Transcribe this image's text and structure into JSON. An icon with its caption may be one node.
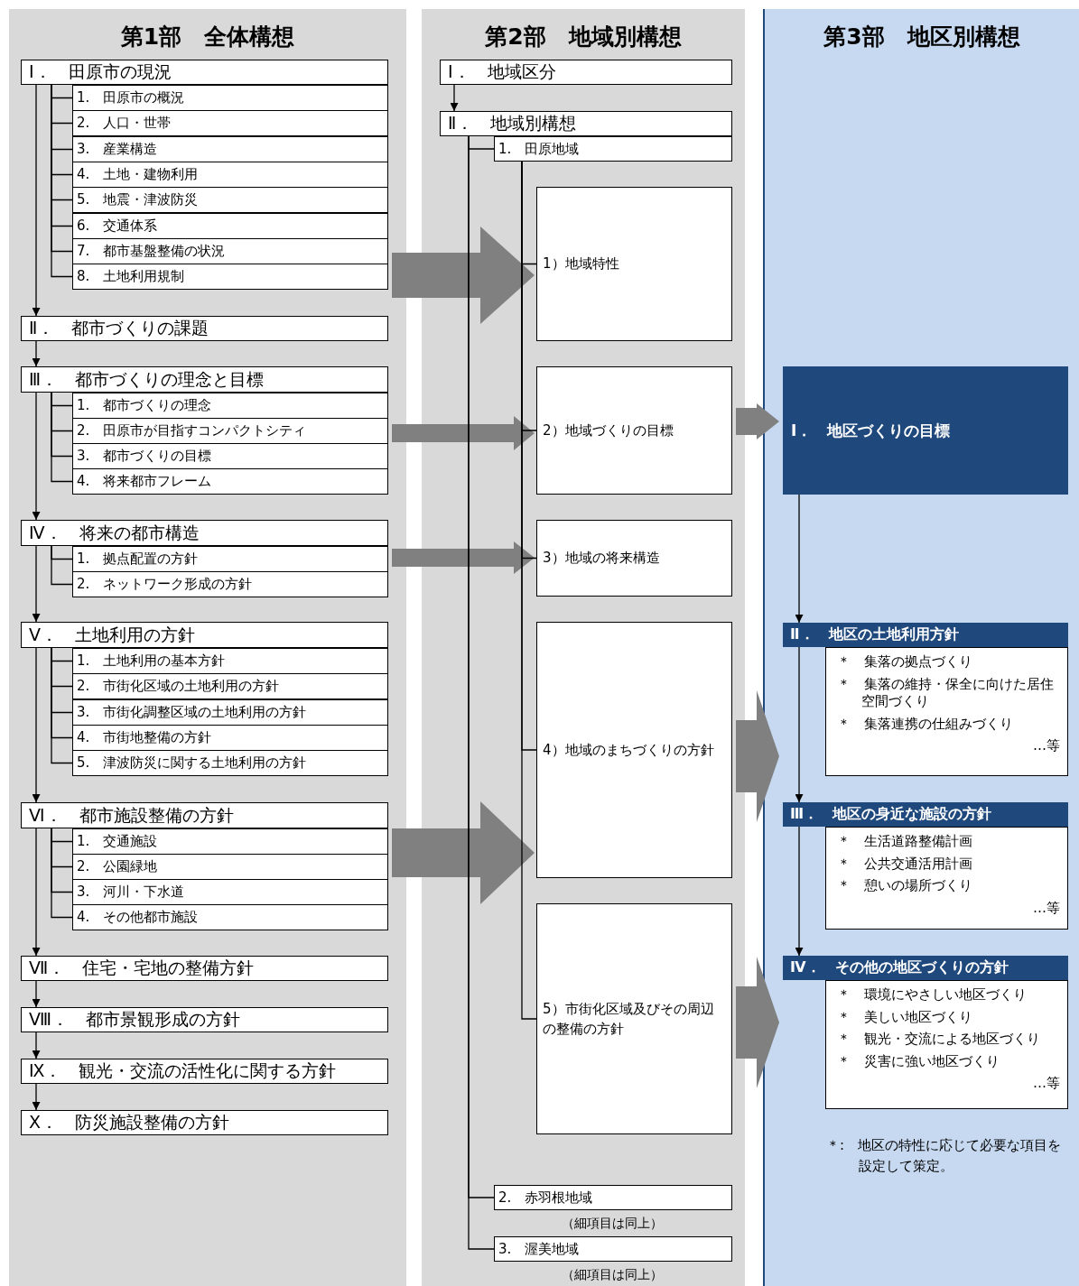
{
  "diagram": {
    "nodes": [
      {
        "text": [
          "第1部　全体構想"
        ]
      },
      {
        "text": [
          "第2部　地域別構想"
        ]
      },
      {
        "text": [
          "第3部　地区別構想"
        ]
      },
      {
        "text": [
          "Ⅰ．　田原市の現況"
        ],
        "in": 0
      },
      {
        "text": [
          "1.　田原市の概況"
        ],
        "in": 0
      },
      {
        "text": [
          "2.　人口・世帯"
        ],
        "in": 0
      },
      {
        "text": [
          "3.　産業構造"
        ],
        "in": 0
      },
      {
        "text": [
          "4.　土地・建物利用"
        ],
        "in": 0
      },
      {
        "text": [
          "5.　地震・津波防災"
        ],
        "in": 0
      },
      {
        "text": [
          "6.　交通体系"
        ],
        "in": 0
      },
      {
        "text": [
          "7.　都市基盤整備の状況"
        ],
        "in": 0
      },
      {
        "text": [
          "8.　土地利用規制"
        ],
        "in": 0
      },
      {
        "text": [
          "Ⅱ．　都市づくりの課題"
        ],
        "in": 0
      },
      {
        "text": [
          "Ⅲ．　都市づくりの理念と目標"
        ],
        "in": 0
      },
      {
        "text": [
          "1.　都市づくりの理念"
        ],
        "in": 0
      },
      {
        "text": [
          "2.　田原市が目指すコンパクトシティ"
        ],
        "in": 0
      },
      {
        "text": [
          "3.　都市づくりの目標"
        ],
        "in": 0
      },
      {
        "text": [
          "4.　将来都市フレーム"
        ],
        "in": 0
      },
      {
        "text": [
          "Ⅳ．　将来の都市構造"
        ],
        "in": 0
      },
      {
        "text": [
          "1.　拠点配置の方針"
        ],
        "in": 0
      },
      {
        "text": [
          "2.　ネットワーク形成の方針"
        ],
        "in": 0
      },
      {
        "text": [
          "Ⅴ．　土地利用の方針"
        ],
        "in": 0
      },
      {
        "text": [
          "1.　土地利用の基本方針"
        ],
        "in": 0
      },
      {
        "text": [
          "2.　市街化区域の土地利用の方針"
        ],
        "in": 0
      },
      {
        "text": [
          "3.　市街化調整区域の土地利用の方針"
        ],
        "in": 0
      },
      {
        "text": [
          "4.　市街地整備の方針"
        ],
        "in": 0
      },
      {
        "text": [
          "5.　津波防災に関する土地利用の方針"
        ],
        "in": 0
      },
      {
        "text": [
          "Ⅵ．　都市施設整備の方針"
        ],
        "in": 0
      },
      {
        "text": [
          "1.　交通施設"
        ],
        "in": 0
      },
      {
        "text": [
          "2.　公園緑地"
        ],
        "in": 0
      },
      {
        "text": [
          "3.　河川・下水道"
        ],
        "in": 0
      },
      {
        "text": [
          "4.　その他都市施設"
        ],
        "in": 0
      },
      {
        "text": [
          "Ⅶ．　住宅・宅地の整備方針"
        ],
        "in": 0
      },
      {
        "text": [
          "Ⅷ．　都市景観形成の方針"
        ],
        "in": 0
      },
      {
        "text": [
          "Ⅸ．　観光・交流の活性化に関する方針"
        ],
        "in": 0
      },
      {
        "text": [
          "Ⅹ．　防災施設整備の方針"
        ],
        "in": 0
      },
      {
        "text": [
          "Ⅰ．　地域区分"
        ],
        "in": 1
      },
      {
        "text": [
          "Ⅱ．　地域別構想"
        ],
        "in": 1
      },
      {
        "text": [
          "1.　田原地域"
        ],
        "in": 1
      },
      {
        "text": [
          "1）地域特性"
        ],
        "in": 1
      },
      {
        "text": [
          "2）地域づくりの目標"
        ],
        "in": 1
      },
      {
        "text": [
          "3）地域の将来構造"
        ],
        "in": 1
      },
      {
        "text": [
          "4）地域のまちづくりの方針"
        ],
        "in": 1
      },
      {
        "text": [
          "5）市街化区域及びその周辺の整備の方針"
        ],
        "in": 1
      },
      {
        "text": [
          "2.　赤羽根地域"
        ],
        "beside": [
          "（細項目は同上）"
        ],
        "in": 1
      },
      {
        "text": [
          "3.　渥美地域"
        ],
        "beside": [
          "（細項目は同上）"
        ],
        "in": 1
      },
      {
        "text": [
          "Ⅰ．　地区づくりの目標"
        ],
        "in": 2
      },
      {
        "text": [
          "Ⅱ．　地区の土地利用方針",
          "＊　集落の拠点づくり",
          "＊　集落の維持・保全に向けた居住空間づくり",
          "＊　集落連携の仕組みづくり",
          "…等"
        ],
        "in": 2
      },
      {
        "text": [
          "Ⅲ．　地区の身近な施設の方針",
          "＊　生活道路整備計画",
          "＊　公共交通活用計画",
          "＊　憩いの場所づくり",
          "…等"
        ],
        "in": 2
      },
      {
        "text": [
          "Ⅳ．　その他の地区づくりの方針",
          "＊　環境にやさしい地区づくり",
          "＊　美しい地区づくり",
          "＊　観光・交流による地区づくり",
          "＊　災害に強い地区づくり",
          "…等"
        ],
        "in": 2
      }
    ],
    "edges": [
      {
        "from": 3,
        "to": 4,
        "arrow": "none"
      },
      {
        "from": 3,
        "to": 5,
        "arrow": "none"
      },
      {
        "from": 3,
        "to": 6,
        "arrow": "none"
      },
      {
        "from": 3,
        "to": 7,
        "arrow": "none"
      },
      {
        "from": 3,
        "to": 8,
        "arrow": "none"
      },
      {
        "from": 3,
        "to": 9,
        "arrow": "none"
      },
      {
        "from": 3,
        "to": 10,
        "arrow": "none"
      },
      {
        "from": 3,
        "to": 11,
        "arrow": "none"
      },
      {
        "from": 3,
        "to": 12,
        "arrow": "to"
      },
      {
        "from": 12,
        "to": 13,
        "arrow": "to"
      },
      {
        "from": 13,
        "to": 14,
        "arrow": "none"
      },
      {
        "from": 13,
        "to": 15,
        "arrow": "none"
      },
      {
        "from": 13,
        "to": 16,
        "arrow": "none"
      },
      {
        "from": 13,
        "to": 17,
        "arrow": "none"
      },
      {
        "from": 13,
        "to": 18,
        "arrow": "to"
      },
      {
        "from": 18,
        "to": 19,
        "arrow": "none"
      },
      {
        "from": 18,
        "to": 20,
        "arrow": "none"
      },
      {
        "from": 18,
        "to": 21,
        "arrow": "to"
      },
      {
        "from": 21,
        "to": 22,
        "arrow": "none"
      },
      {
        "from": 21,
        "to": 23,
        "arrow": "none"
      },
      {
        "from": 21,
        "to": 24,
        "arrow": "none"
      },
      {
        "from": 21,
        "to": 25,
        "arrow": "none"
      },
      {
        "from": 21,
        "to": 26,
        "arrow": "none"
      },
      {
        "from": 21,
        "to": 27,
        "arrow": "to"
      },
      {
        "from": 27,
        "to": 28,
        "arrow": "none"
      },
      {
        "from": 27,
        "to": 29,
        "arrow": "none"
      },
      {
        "from": 27,
        "to": 30,
        "arrow": "none"
      },
      {
        "from": 27,
        "to": 31,
        "arrow": "none"
      },
      {
        "from": 27,
        "to": 32,
        "arrow": "to"
      },
      {
        "from": 32,
        "to": 33,
        "arrow": "to"
      },
      {
        "from": 33,
        "to": 34,
        "arrow": "to"
      },
      {
        "from": 34,
        "to": 35,
        "arrow": "to"
      },
      {
        "from": 36,
        "to": 37,
        "arrow": "to"
      },
      {
        "from": 37,
        "to": 38,
        "arrow": "none"
      },
      {
        "from": 38,
        "to": 39,
        "arrow": "none"
      },
      {
        "from": 38,
        "to": 40,
        "arrow": "none"
      },
      {
        "from": 38,
        "to": 41,
        "arrow": "none"
      },
      {
        "from": 38,
        "to": 42,
        "arrow": "none"
      },
      {
        "from": 38,
        "to": 43,
        "arrow": "none"
      },
      {
        "from": 37,
        "to": 44,
        "arrow": "none"
      },
      {
        "from": 37,
        "to": 45,
        "arrow": "none"
      },
      {
        "from": 11,
        "to": 39,
        "arrow": "to",
        "style": "thick",
        "color": "#808080"
      },
      {
        "from": 13,
        "to": 40,
        "arrow": "to",
        "style": "thick",
        "color": "#808080"
      },
      {
        "from": 18,
        "to": 41,
        "arrow": "to",
        "style": "thick",
        "color": "#808080"
      },
      {
        "from": 27,
        "to": 42,
        "arrow": "to",
        "style": "thick",
        "color": "#808080"
      },
      {
        "from": 40,
        "to": 46,
        "arrow": "to",
        "style": "thick",
        "color": "#808080"
      },
      {
        "from": 42,
        "to": 47,
        "arrow": "to",
        "style": "thick",
        "color": "#808080"
      },
      {
        "from": 43,
        "to": 49,
        "arrow": "to",
        "style": "thick",
        "color": "#808080"
      },
      {
        "from": 46,
        "to": 47,
        "arrow": "to"
      },
      {
        "from": 47,
        "to": 48,
        "arrow": "to"
      },
      {
        "from": 48,
        "to": 49,
        "arrow": "to"
      }
    ],
    "labels": [
      "＊:　地区の特性に応じて必要な項目を設定して策定。"
    ]
  }
}
